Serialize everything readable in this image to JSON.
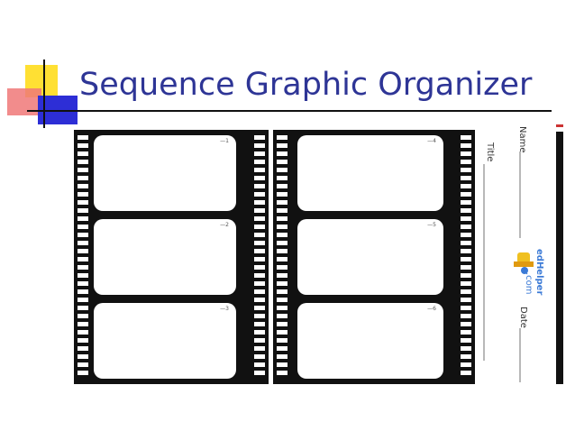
{
  "slide": {
    "title": "Sequence Graphic Organizer"
  },
  "film_strips": [
    {
      "frames": [
        {
          "number": "—1"
        },
        {
          "number": "—2"
        },
        {
          "number": "—3"
        }
      ]
    },
    {
      "frames": [
        {
          "number": "—4"
        },
        {
          "number": "—5"
        },
        {
          "number": "—6"
        }
      ]
    }
  ],
  "form": {
    "title_label": "Title",
    "name_label": "Name",
    "date_label": "Date",
    "logo_line1": "edHelper",
    "logo_line2": ".com"
  },
  "colors": {
    "title": "#2e3596",
    "deco_yellow": "#ffe033",
    "deco_red": "#f07878",
    "deco_blue": "#2d2ed6"
  }
}
